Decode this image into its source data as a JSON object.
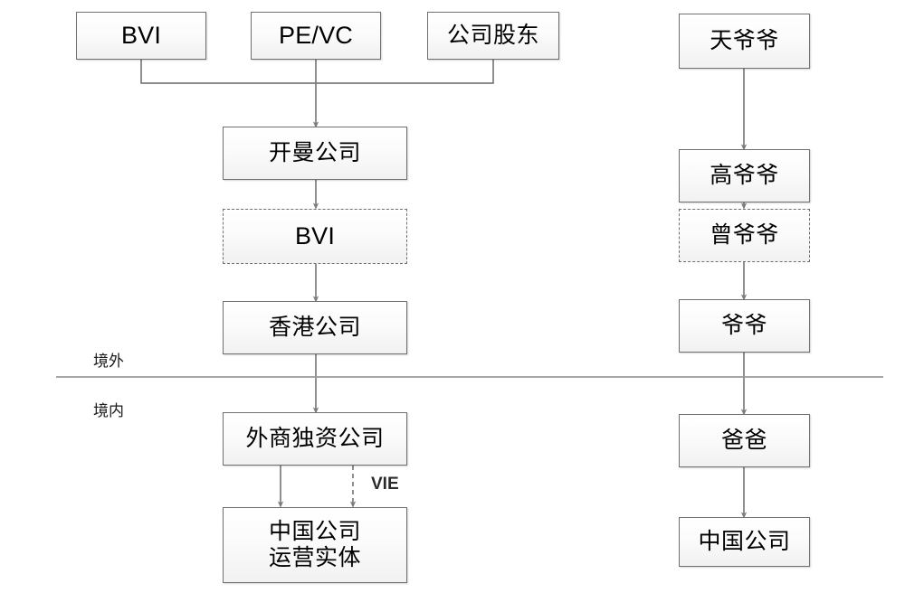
{
  "diagram": {
    "title_text": "",
    "colors": {
      "box_border": "#6f7073",
      "box_fill_top": "#ffffff",
      "box_fill_bottom": "#f1f1f1",
      "connector": "#7b7c7f",
      "divider": "#9a9a9a",
      "text": "#000000"
    },
    "zone_labels": {
      "offshore": "境外",
      "onshore": "境内"
    },
    "annotations": {
      "vie": "VIE"
    },
    "left_structure": {
      "shareholders": [
        {
          "id": "bvi-top",
          "label": "BVI",
          "style": "solid"
        },
        {
          "id": "pevc",
          "label": "PE/VC",
          "style": "solid"
        },
        {
          "id": "company-shareholder",
          "label": "公司股东",
          "style": "solid"
        }
      ],
      "chain": [
        {
          "id": "cayman",
          "label": "开曼公司",
          "style": "solid"
        },
        {
          "id": "bvi-mid",
          "label": "BVI",
          "style": "dashed"
        },
        {
          "id": "hongkong",
          "label": "香港公司",
          "style": "solid"
        },
        {
          "id": "wfoe",
          "label": "外商独资公司",
          "style": "solid"
        },
        {
          "id": "operating-entity",
          "label": "中国公司\n运营实体",
          "style": "solid"
        }
      ]
    },
    "right_structure": {
      "chain": [
        {
          "id": "tian-yeye",
          "label": "天爷爷",
          "style": "solid"
        },
        {
          "id": "gao-yeye",
          "label": "高爷爷",
          "style": "solid"
        },
        {
          "id": "zeng-yeye",
          "label": "曾爷爷",
          "style": "dashed"
        },
        {
          "id": "yeye",
          "label": "爷爷",
          "style": "solid"
        },
        {
          "id": "baba",
          "label": "爸爸",
          "style": "solid"
        },
        {
          "id": "china-company",
          "label": "中国公司",
          "style": "solid"
        }
      ]
    }
  }
}
